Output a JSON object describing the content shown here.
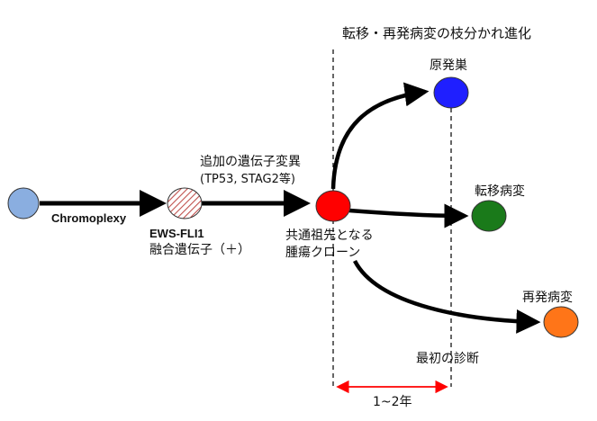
{
  "header_label": "転移・再発病変の枝分かれ進化",
  "nodes": {
    "start": {
      "color": "#8aaee0"
    },
    "ews": {
      "label_line1": "EWS-FLI1",
      "label_line2": "融合遺伝子（＋）",
      "fill_color": "#c0504d"
    },
    "ancestor": {
      "label_line1": "共通祖先となる",
      "label_line2": "腫瘍クローン",
      "color": "#ff0000"
    },
    "primary": {
      "label": "原発巣",
      "color": "#1f1fff"
    },
    "metastasis": {
      "label": "転移病変",
      "color": "#1a7a1a"
    },
    "relapse": {
      "label": "再発病変",
      "color": "#ff7518"
    }
  },
  "edges": {
    "chromoplexy": "Chromoplexy",
    "additional_line1": "追加の遺伝子変異",
    "additional_line2": "(TP53, STAG2等)"
  },
  "diagnosis_label": "最初の診断",
  "interval_label": "1~2年",
  "interval_color": "#ff0000"
}
